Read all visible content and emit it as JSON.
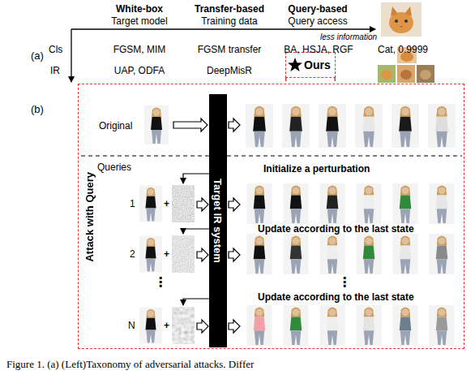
{
  "diagram": {
    "caption": "Figure 1. (a) (Left)Taxonomy of adversarial attacks. Differ",
    "nodes": [
      {
        "text": [
          "Ours"
        ]
      },
      {
        "text": [
          "Attack with Query"
        ]
      },
      {
        "text": [
          "Target IR system"
        ],
        "in": 1
      }
    ],
    "edges": [
      {
        "from": 0,
        "to": 1,
        "arrow": "none"
      }
    ],
    "labels": [
      "(a)",
      "White-box",
      "Target model",
      "Transfer-based",
      "Training data",
      "Query-based",
      "Query access",
      "less information",
      "Cls",
      "IR",
      "FGSM, MIM",
      "FGSM transfer",
      "BA, HSJA, RGF",
      "Cat, 0.9999",
      "UAP, ODFA",
      "DeepMisR",
      "(b)",
      "Original",
      "Queries",
      "Initialize a perturbation",
      "1",
      "Update according to the last state",
      "2",
      "Update according to the last state",
      "N",
      "⋮",
      "⋮",
      "+",
      "+",
      "+"
    ]
  }
}
